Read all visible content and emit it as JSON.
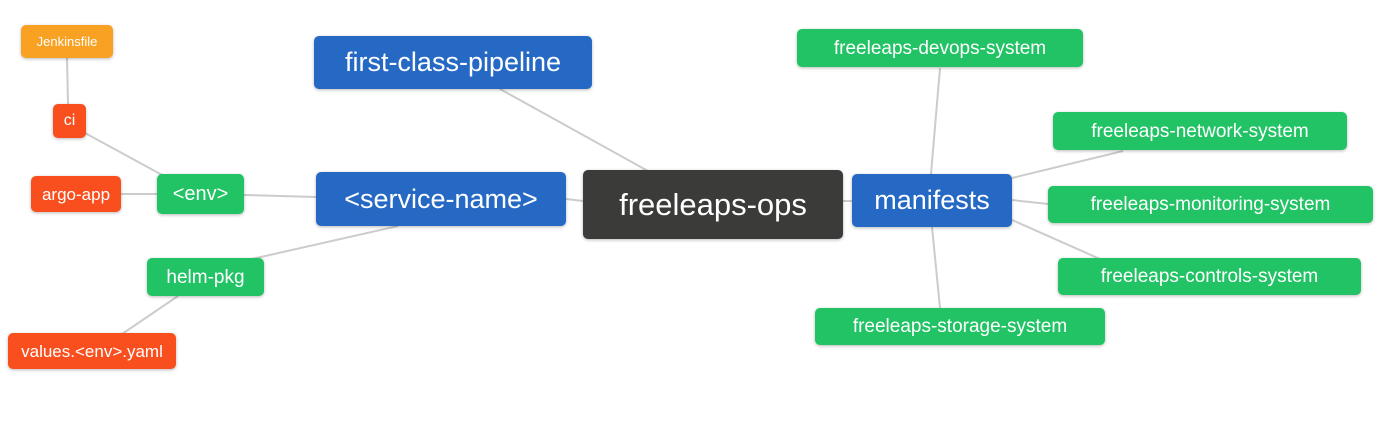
{
  "diagram": {
    "type": "mindmap",
    "root_label": "freeleaps-ops",
    "edge_color": "#cccccc",
    "text_color": "#ffffff",
    "colors": {
      "primary_blue": "#2569C4",
      "root_dark": "#3B3B3A",
      "green": "#22C365",
      "orange": "#F9A123",
      "red": "#F94E1E"
    }
  },
  "nodes": [
    {
      "id": "jenkinsfile",
      "label": "Jenkinsfile",
      "color": "orange"
    },
    {
      "id": "ci",
      "label": "ci",
      "color": "red"
    },
    {
      "id": "argo-app",
      "label": "argo-app",
      "color": "red"
    },
    {
      "id": "env",
      "label": "<env>",
      "color": "green"
    },
    {
      "id": "first-class-pipeline",
      "label": "first-class-pipeline",
      "color": "blue"
    },
    {
      "id": "service-name",
      "label": "<service-name>",
      "color": "blue"
    },
    {
      "id": "freeleaps-ops",
      "label": "freeleaps-ops",
      "color": "dark"
    },
    {
      "id": "manifests",
      "label": "manifests",
      "color": "blue"
    },
    {
      "id": "devops-system",
      "label": "freeleaps-devops-system",
      "color": "green"
    },
    {
      "id": "network-system",
      "label": "freeleaps-network-system",
      "color": "green"
    },
    {
      "id": "monitoring-system",
      "label": "freeleaps-monitoring-system",
      "color": "green"
    },
    {
      "id": "controls-system",
      "label": "freeleaps-controls-system",
      "color": "green"
    },
    {
      "id": "storage-system",
      "label": "freeleaps-storage-system",
      "color": "green"
    },
    {
      "id": "helm-pkg",
      "label": "helm-pkg",
      "color": "green"
    },
    {
      "id": "values-env-yaml",
      "label": "values.<env>.yaml",
      "color": "red"
    }
  ],
  "edges": [
    {
      "from": "jenkinsfile",
      "to": "ci"
    },
    {
      "from": "ci",
      "to": "env"
    },
    {
      "from": "argo-app",
      "to": "env"
    },
    {
      "from": "env",
      "to": "service-name"
    },
    {
      "from": "first-class-pipeline",
      "to": "freeleaps-ops"
    },
    {
      "from": "service-name",
      "to": "freeleaps-ops"
    },
    {
      "from": "helm-pkg",
      "to": "service-name"
    },
    {
      "from": "values-env-yaml",
      "to": "helm-pkg"
    },
    {
      "from": "freeleaps-ops",
      "to": "manifests"
    },
    {
      "from": "manifests",
      "to": "devops-system"
    },
    {
      "from": "manifests",
      "to": "network-system"
    },
    {
      "from": "manifests",
      "to": "monitoring-system"
    },
    {
      "from": "manifests",
      "to": "controls-system"
    },
    {
      "from": "manifests",
      "to": "storage-system"
    }
  ]
}
